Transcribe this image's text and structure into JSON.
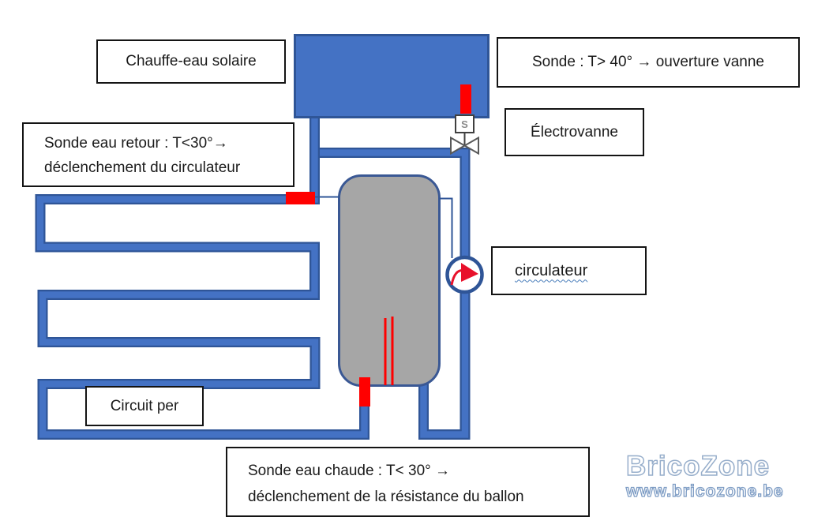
{
  "labels": {
    "chauffe_eau_solaire": "Chauffe-eau solaire",
    "sonde_vanne": "Sonde : T> 40° → ouverture vanne",
    "electrovanne": "Électrovanne",
    "sonde_retour_line1": "Sonde eau retour : T<30°→",
    "sonde_retour_line2": "déclenchement du circulateur",
    "circulateur": "circulateur",
    "circuit_per": "Circuit per",
    "sonde_chaude_line1": "Sonde eau chaude : T< 30° →",
    "sonde_chaude_line2": "déclenchement de la résistance du ballon",
    "solenoid_letter": "S"
  },
  "watermark": {
    "name": "BricoZone",
    "url": "www.bricozone.be"
  },
  "icons": {
    "electrovalve_icon": "bowtie-valve",
    "solenoid_icon": "s-box",
    "circulator_icon": "circle-with-red-arrow",
    "sensor_icon": "red-temperature-probe",
    "resistance_icon": "double-red-line-heating-element"
  },
  "colors": {
    "panel_blue": "#4472C4",
    "pipe_fill": "#4472C4",
    "pipe_border": "#2F5597",
    "tank_gray": "#A6A6A6",
    "tank_border": "#3A5894",
    "sensor_red": "#FF0000",
    "box_border": "#141414",
    "watermark_blue": "#8FA9C8"
  }
}
